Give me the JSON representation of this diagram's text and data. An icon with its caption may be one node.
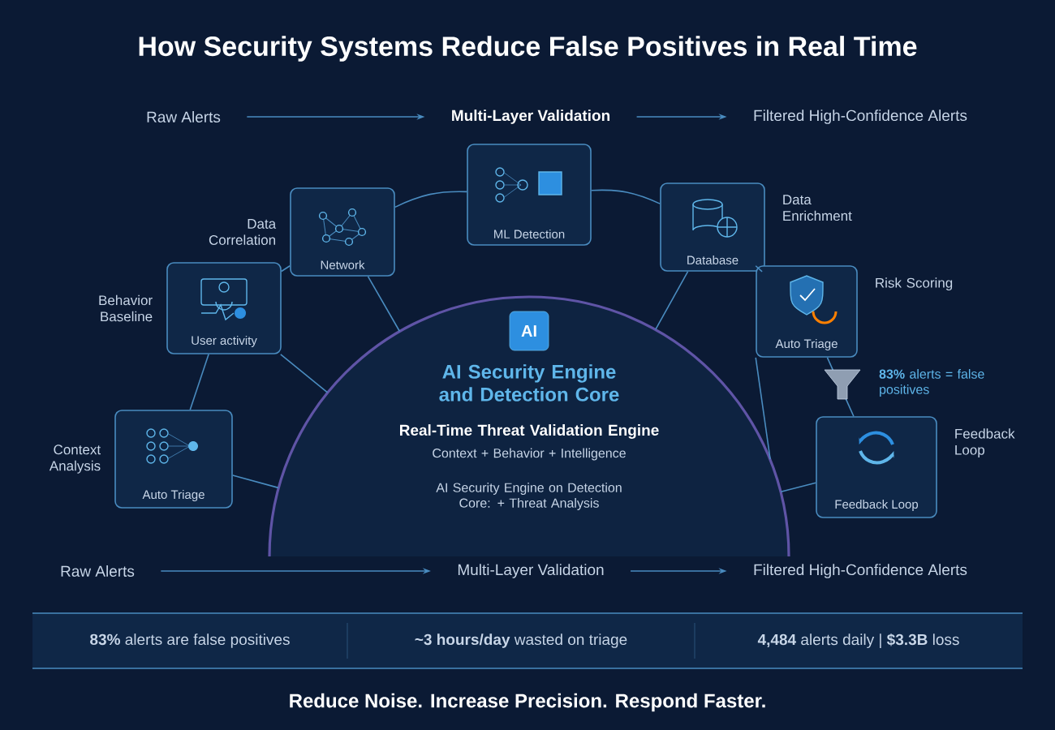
{
  "diagram": {
    "title": "How Security Systems Reduce False Positives in Real Time",
    "nodes": [
      {
        "text": [
          "Raw Alerts"
        ]
      },
      {
        "text": [
          "Multi-Layer Validation"
        ]
      },
      {
        "text": [
          "Filtered High-Confidence Alerts"
        ]
      },
      {
        "text": [
          "Network"
        ],
        "beside": [
          "Data Correlation"
        ]
      },
      {
        "text": [
          "ML Detection"
        ]
      },
      {
        "text": [
          "Database"
        ],
        "beside": [
          "Data Enrichment"
        ]
      },
      {
        "text": [
          "User activity"
        ],
        "beside": [
          "Behavior Baseline"
        ]
      },
      {
        "text": [
          "Auto Triage"
        ],
        "beside": [
          "Context Analysis"
        ]
      },
      {
        "text": [
          "Auto Triage"
        ],
        "beside": [
          "Risk Scoring"
        ]
      },
      {
        "text": [
          "Feedback Loop"
        ],
        "beside": [
          "Feedback Loop"
        ]
      },
      {
        "text": [
          "AI Security Engine and Detection Core",
          "Real-Time Threat Validation Engine",
          "Context + Behavior + Intelligence",
          "AI Security Engine on Detection Core: + Threat Analysis"
        ]
      },
      {
        "text": [
          "AI"
        ],
        "in": 10
      },
      {
        "text": [
          "Raw Alerts"
        ]
      },
      {
        "text": [
          "Multi-Layer Validation"
        ]
      },
      {
        "text": [
          "Filtered High-Confidence Alerts"
        ]
      }
    ],
    "edges": [
      {
        "from": 0,
        "to": 1,
        "arrow": "to"
      },
      {
        "from": 1,
        "to": 2,
        "arrow": "to"
      },
      {
        "from": 3,
        "to": 4,
        "arrow": "none"
      },
      {
        "from": 4,
        "to": 5,
        "arrow": "none"
      },
      {
        "from": 3,
        "to": 6,
        "arrow": "none"
      },
      {
        "from": 6,
        "to": 7,
        "arrow": "none"
      },
      {
        "from": 5,
        "to": 8,
        "arrow": "none"
      },
      {
        "from": 8,
        "to": 9,
        "arrow": "none"
      },
      {
        "from": 3,
        "to": 10,
        "arrow": "none"
      },
      {
        "from": 6,
        "to": 10,
        "arrow": "none"
      },
      {
        "from": 7,
        "to": 10,
        "arrow": "none"
      },
      {
        "from": 5,
        "to": 10,
        "arrow": "none"
      },
      {
        "from": 8,
        "to": 10,
        "arrow": "none"
      },
      {
        "from": 9,
        "to": 10,
        "arrow": "none"
      },
      {
        "from": 12,
        "to": 13,
        "arrow": "to"
      },
      {
        "from": 13,
        "to": 14,
        "arrow": "to"
      }
    ],
    "labels": [
      "**83%** alerts = false positives",
      "**83%** alerts are false positives",
      "**~3 hours/day** wasted on triage",
      "**4,484** alerts daily | **$3.3B** loss",
      "Reduce Noise. Increase Precision. Respond Faster."
    ]
  }
}
